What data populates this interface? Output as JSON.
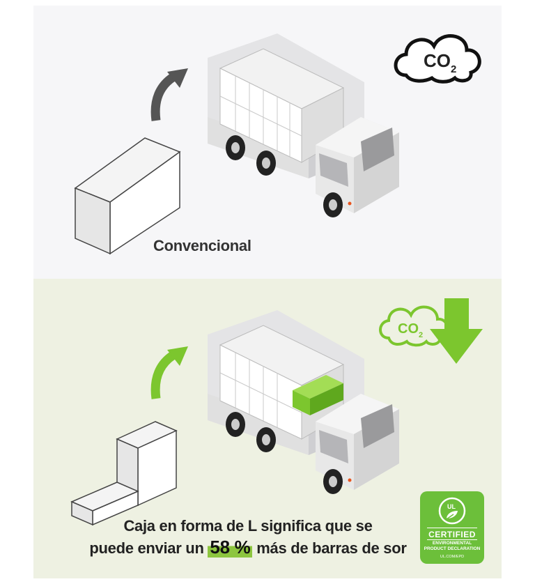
{
  "top_panel": {
    "label": "Convencional",
    "co2_cloud_icon": "co2-cloud-icon",
    "arrow_icon": "curved-arrow-icon"
  },
  "bottom_panel": {
    "co2_cloud_icon": "co2-cloud-down-icon",
    "caption_line1": "Caja en forma de L significa que se",
    "caption_line2_pre": "puede enviar un ",
    "caption_highlight": "58 %",
    "caption_line2_post": " más de barras de sor",
    "badge": {
      "title": "CERTIFIED",
      "sub1": "ENVIRONMENTAL",
      "sub2": "PRODUCT DECLARATION",
      "url": "UL.COM/EPD",
      "logo_text": "UL"
    }
  },
  "co2_text": "CO",
  "co2_sub": "2",
  "colors": {
    "accent_green": "#7cc62e",
    "dark_arrow": "#555555",
    "top_bg": "#f6f6f8",
    "bottom_bg": "#eef1e2"
  }
}
